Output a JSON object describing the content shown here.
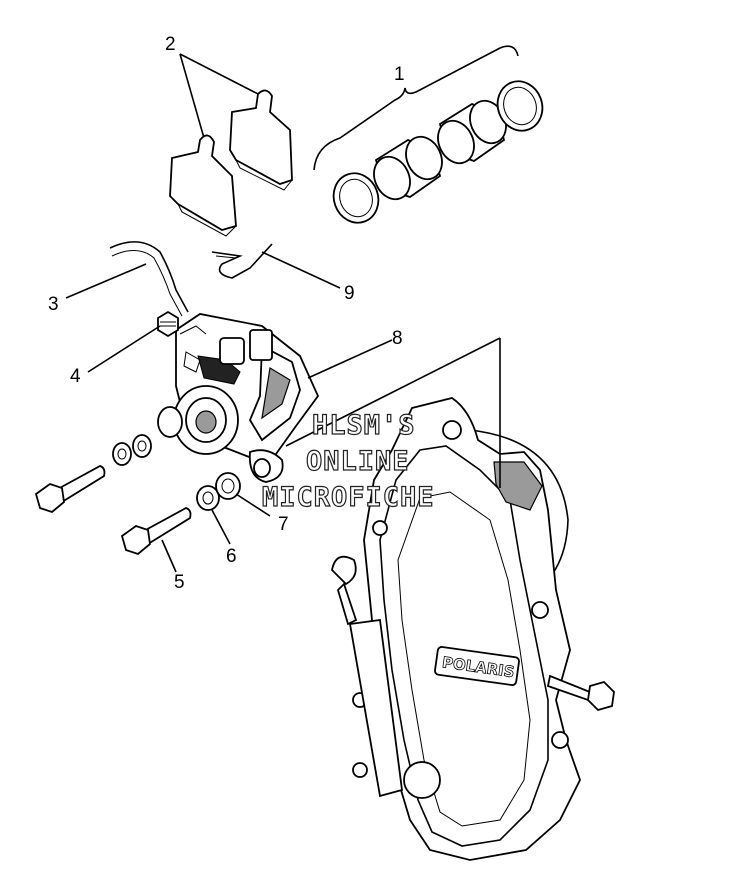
{
  "callouts": [
    {
      "id": "1",
      "label": "1"
    },
    {
      "id": "2",
      "label": "2"
    },
    {
      "id": "3",
      "label": "3"
    },
    {
      "id": "4",
      "label": "4"
    },
    {
      "id": "5",
      "label": "5"
    },
    {
      "id": "6",
      "label": "6"
    },
    {
      "id": "7",
      "label": "7"
    },
    {
      "id": "8",
      "label": "8"
    },
    {
      "id": "9",
      "label": "9"
    }
  ],
  "watermark": {
    "line1": "HLSM'S",
    "line2": "ONLINE",
    "line3": "MICROFICHE"
  },
  "logo_text": "POLARIS",
  "colors": {
    "line": "#000000",
    "background": "#ffffff",
    "shade": "#9a9a9a"
  }
}
